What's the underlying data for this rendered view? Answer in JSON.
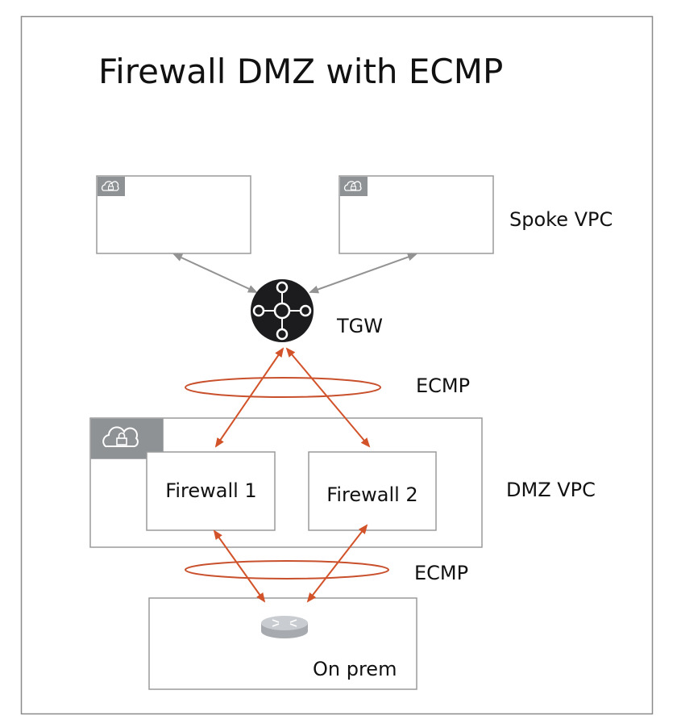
{
  "title": "Firewall DMZ with ECMP",
  "labels": {
    "spoke_vpc": "Spoke VPC",
    "tgw": "TGW",
    "ecmp_top": "ECMP",
    "dmz_vpc": "DMZ VPC",
    "ecmp_bottom": "ECMP",
    "on_prem": "On prem"
  },
  "firewalls": [
    {
      "label": "Firewall 1"
    },
    {
      "label": "Firewall 2"
    }
  ],
  "colors": {
    "frame": "#8a8a8a",
    "box_border": "#9a9a9a",
    "gray_arrow": "#939393",
    "ecmp_arrow": "#d2532a",
    "ecmp_ring": "#c9502c",
    "tgw_icon": "#1c1c1e",
    "vpc_tag_bg": "#8f9295",
    "router_icon": "#bfc2c5"
  },
  "icons": {
    "vpc": "vpc-cloud-lock-icon",
    "tgw": "transit-gateway-icon",
    "router": "router-icon"
  }
}
